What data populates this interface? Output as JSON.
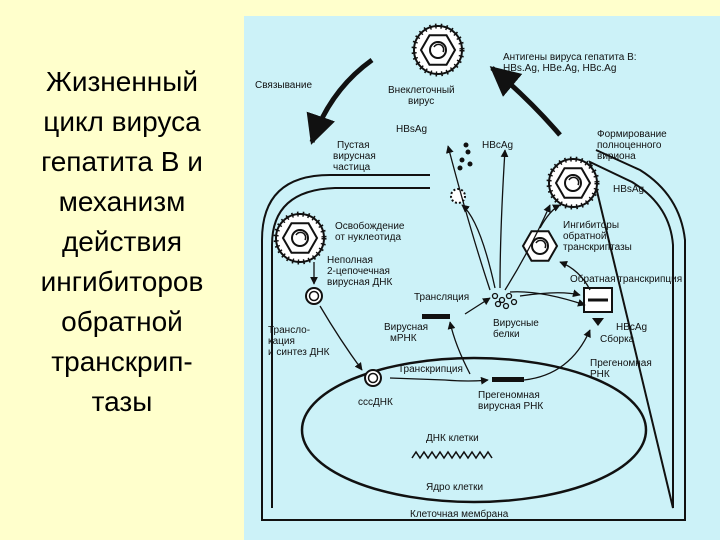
{
  "title_lines": [
    "Жизненный",
    "цикл вируса",
    "гепатита В и",
    "механизм",
    "действия",
    "ингибиторов",
    "обратной",
    "транскрип-",
    "тазы"
  ],
  "labels": {
    "binding": "Связывание",
    "extracellular": [
      "Внеклеточный",
      "вирус"
    ],
    "antigens": [
      "Антигены вируса гепатита В:",
      "HBs.Ag, HBe.Ag, HBc.Ag"
    ],
    "hbsag_top": "HBsAg",
    "hbcag_top": "HBcAg",
    "empty_particle": [
      "Пустая",
      "вирусная",
      "частица"
    ],
    "forming": [
      "Формирование",
      "полноценного",
      "вириона"
    ],
    "hbsag_right": "HBsAg",
    "release": [
      "Освобождение",
      "от нуклеотида"
    ],
    "inhibitors": [
      "Ингибиторы",
      "обратной",
      "транскриптазы"
    ],
    "incomplete": [
      "Неполная",
      "2-цепочечная",
      "вирусная ДНК"
    ],
    "reverse_transcription": "Обратная транскрипция",
    "translation": "Трансляция",
    "translocation": [
      "Трансло-",
      "кация",
      "и синтез ДНК"
    ],
    "viral_mrna": [
      "Вирусная",
      "мРНК"
    ],
    "viral_proteins": [
      "Вирусные",
      "белки"
    ],
    "hbcag_right": "HBcAg",
    "assembly": "Сборка",
    "pregenomic_right": [
      "Прегеномная",
      "РНК"
    ],
    "transcription": "Транскрипция",
    "cccdna": "cccДНК",
    "pregenomic_center": [
      "Прегеномная",
      "вирусная РНК"
    ],
    "cell_dna": "ДНК клетки",
    "nucleus": "Ядро клетки",
    "membrane": "Клеточная мембрана"
  }
}
